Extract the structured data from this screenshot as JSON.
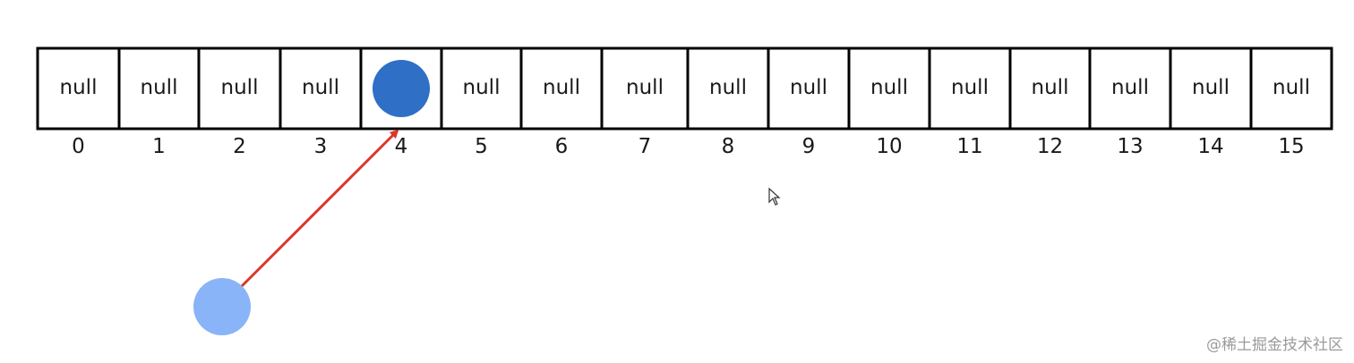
{
  "array": {
    "cells": [
      {
        "index": "0",
        "value": "null",
        "occupied": false
      },
      {
        "index": "1",
        "value": "null",
        "occupied": false
      },
      {
        "index": "2",
        "value": "null",
        "occupied": false
      },
      {
        "index": "3",
        "value": "null",
        "occupied": false
      },
      {
        "index": "4",
        "value": "",
        "occupied": true
      },
      {
        "index": "5",
        "value": "null",
        "occupied": false
      },
      {
        "index": "6",
        "value": "null",
        "occupied": false
      },
      {
        "index": "7",
        "value": "null",
        "occupied": false
      },
      {
        "index": "8",
        "value": "null",
        "occupied": false
      },
      {
        "index": "9",
        "value": "null",
        "occupied": false
      },
      {
        "index": "10",
        "value": "null",
        "occupied": false
      },
      {
        "index": "11",
        "value": "null",
        "occupied": false
      },
      {
        "index": "12",
        "value": "null",
        "occupied": false
      },
      {
        "index": "13",
        "value": "null",
        "occupied": false
      },
      {
        "index": "14",
        "value": "null",
        "occupied": false
      },
      {
        "index": "15",
        "value": "null",
        "occupied": false
      }
    ]
  },
  "arrow": {
    "from": "incoming-node",
    "to_index": 4
  },
  "colors": {
    "stored_node": "#2f6fc6",
    "incoming_node": "#8ab4f8",
    "arrow": "#d9372a",
    "border": "#000000"
  },
  "watermark": "@稀土掘金技术社区",
  "icons": {
    "cursor": "mouse-pointer-icon"
  }
}
